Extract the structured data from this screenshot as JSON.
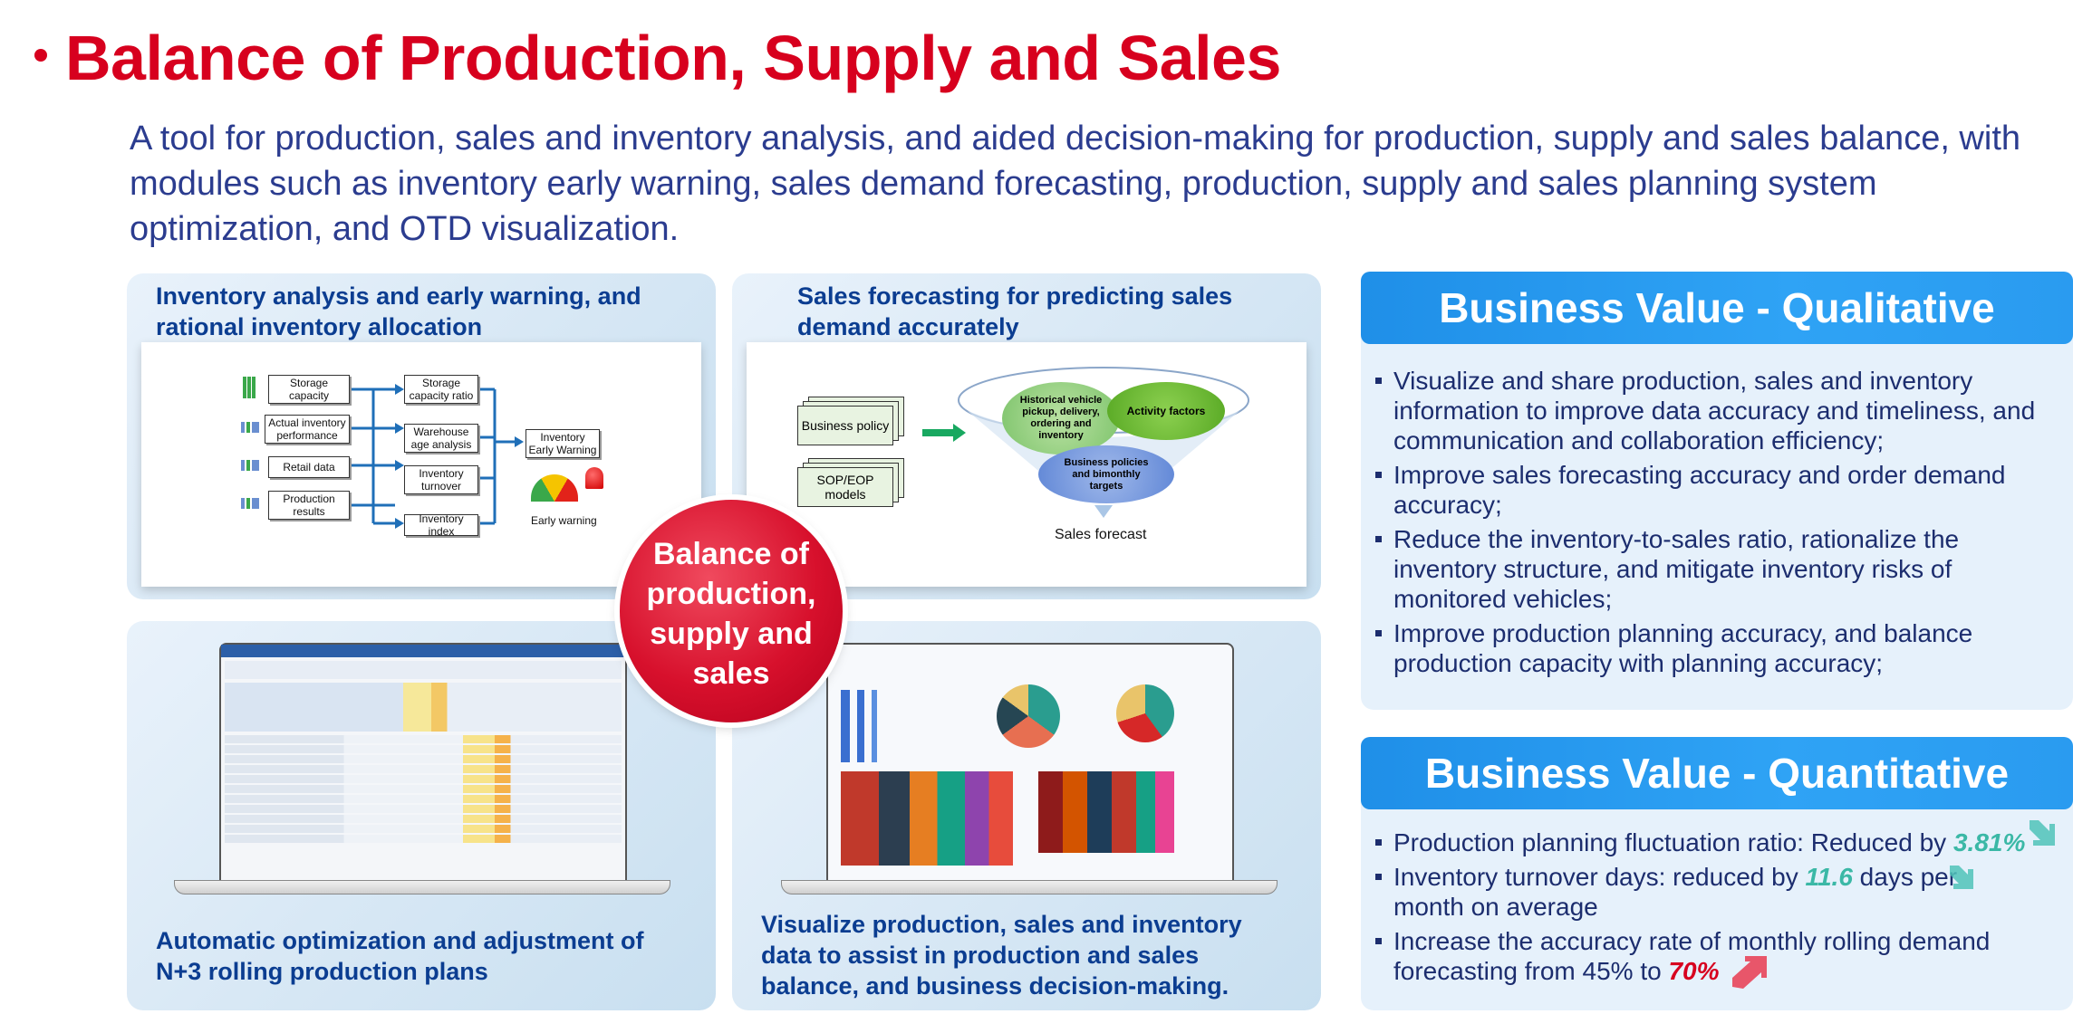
{
  "header": {
    "title": "Balance of Production, Supply and Sales",
    "description": "A tool for production, sales and inventory analysis, and aided decision-making for production, supply and sales balance, with modules such as inventory early warning, sales demand forecasting, production, supply and sales planning system optimization, and OTD visualization."
  },
  "panels": {
    "inventory": {
      "title_line1": "Inventory analysis and early warning, and",
      "title_line2": "rational inventory allocation",
      "diagram": {
        "inputs": [
          "Storage capacity",
          "Actual inventory performance",
          "Retail data",
          "Production results"
        ],
        "metrics": [
          "Storage capacity ratio",
          "Warehouse age analysis",
          "Inventory turnover",
          "Inventory index"
        ],
        "output": "Inventory Early Warning",
        "warning_label": "Early warning"
      }
    },
    "forecast": {
      "title_line1": "Sales forecasting for predicting sales",
      "title_line2": "demand accurately",
      "diagram": {
        "input1": "Business policy",
        "input2": "SOP/EOP models",
        "bubble1": "Historical vehicle pickup, delivery, ordering and inventory",
        "bubble2": "Activity factors",
        "bubble3": "Business policies and bimonthly targets",
        "output": "Sales forecast"
      }
    },
    "rolling": {
      "title_line1": "Automatic optimization and adjustment of",
      "title_line2": "N+3 rolling production plans"
    },
    "visualize": {
      "title_line1": "Visualize production, sales and inventory",
      "title_line2": "data to assist in production and sales",
      "title_line3": "balance, and business decision-making."
    }
  },
  "center": {
    "line1": "Balance of",
    "line2": "production,",
    "line3": "supply and",
    "line4": "sales"
  },
  "qualitative": {
    "title": "Business Value - Qualitative",
    "items": [
      "Visualize and share production, sales and inventory information to improve data accuracy and timeliness, and communication and collaboration efficiency;",
      "Improve sales forecasting accuracy and order demand accuracy;",
      "Reduce the inventory-to-sales ratio, rationalize the inventory structure, and mitigate inventory risks of monitored vehicles;",
      "Improve production planning accuracy, and balance production capacity with planning accuracy;"
    ]
  },
  "quantitative": {
    "title": "Business Value - Quantitative",
    "item1_prefix": "Production planning fluctuation ratio: Reduced by ",
    "item1_value": "3.81%",
    "item2_prefix": "Inventory turnover days: reduced by ",
    "item2_value": "11.6",
    "item2_suffix": " days per month on average",
    "item3_prefix": "Increase the accuracy rate of monthly rolling demand forecasting from 45% to ",
    "item3_value": "70%"
  },
  "colors": {
    "accent_red": "#d7001e",
    "text_blue": "#2b3c8f",
    "title_navy": "#0b3d91",
    "header_blue": "#2a9bf0",
    "highlight_green": "#3bb8a6"
  },
  "icons": {
    "down_arrow": "down-arrow-icon",
    "up_arrow": "up-arrow-icon",
    "bar_chart": "bar-chart-icon",
    "alarm": "alarm-light-icon",
    "gauge": "gauge-icon"
  }
}
